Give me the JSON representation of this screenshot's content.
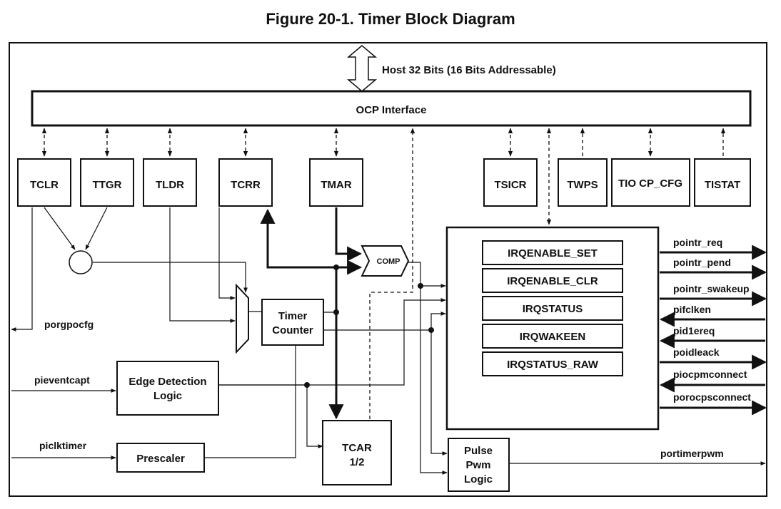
{
  "title": "Figure 20-1. Timer Block Diagram",
  "host_label": "Host 32 Bits (16 Bits Addressable)",
  "ocp_label": "OCP Interface",
  "registers": {
    "tclr": "TCLR",
    "ttgr": "TTGR",
    "tldr": "TLDR",
    "tcrr": "TCRR",
    "tmar": "TMAR",
    "tsicr": "TSICR",
    "twps": "TWPS",
    "tiocp": "TIO CP_CFG",
    "tistat": "TISTAT"
  },
  "irq_regs": [
    "IRQENABLE_SET",
    "IRQENABLE_CLR",
    "IRQSTATUS",
    "IRQWAKEEN",
    "IRQSTATUS_RAW"
  ],
  "comp_label": "COMP",
  "timer_counter": [
    "Timer",
    "Counter"
  ],
  "edge_detection": [
    "Edge Detection",
    "Logic"
  ],
  "prescaler": "Prescaler",
  "tcar": [
    "TCAR",
    "1/2"
  ],
  "pulse_pwm": [
    "Pulse",
    "Pwm",
    "Logic"
  ],
  "signals_left": {
    "porgpocfg": "porgpocfg",
    "pieventcapt": "pieventcapt",
    "piclktimer": "piclktimer"
  },
  "signals_right": [
    "pointr_req",
    "pointr_pend",
    "pointr_swakeup",
    "pifclken",
    "pid1ereq",
    "poidleack",
    "piocpmconnect",
    "porocpsconnect"
  ],
  "portimerpwm": "portimerpwm"
}
